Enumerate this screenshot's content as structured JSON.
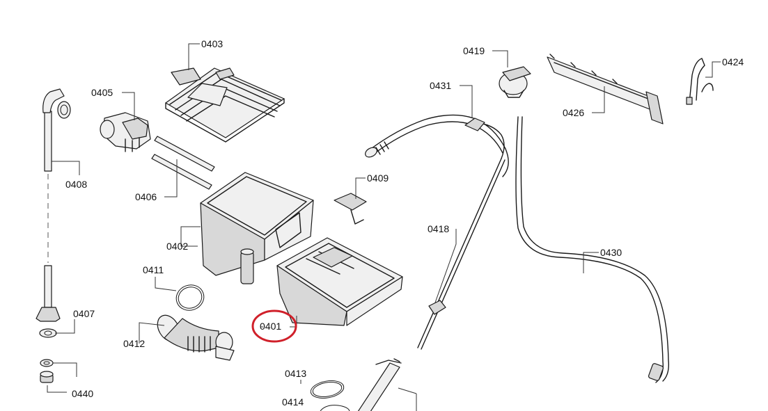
{
  "labels": {
    "p0403": "0403",
    "p0405": "0405",
    "p0419": "0419",
    "p0424": "0424",
    "p0431": "0431",
    "p0426": "0426",
    "p0408": "0408",
    "p0409": "0409",
    "p0406": "0406",
    "p0418": "0418",
    "p0402": "0402",
    "p0430": "0430",
    "p0411": "0411",
    "p0407": "0407",
    "p0401": "0401",
    "p0412": "0412",
    "p0413": "0413",
    "p0414": "0414",
    "p0440": "0440"
  },
  "highlight": {
    "target": "0401",
    "color": "#d0202a"
  }
}
